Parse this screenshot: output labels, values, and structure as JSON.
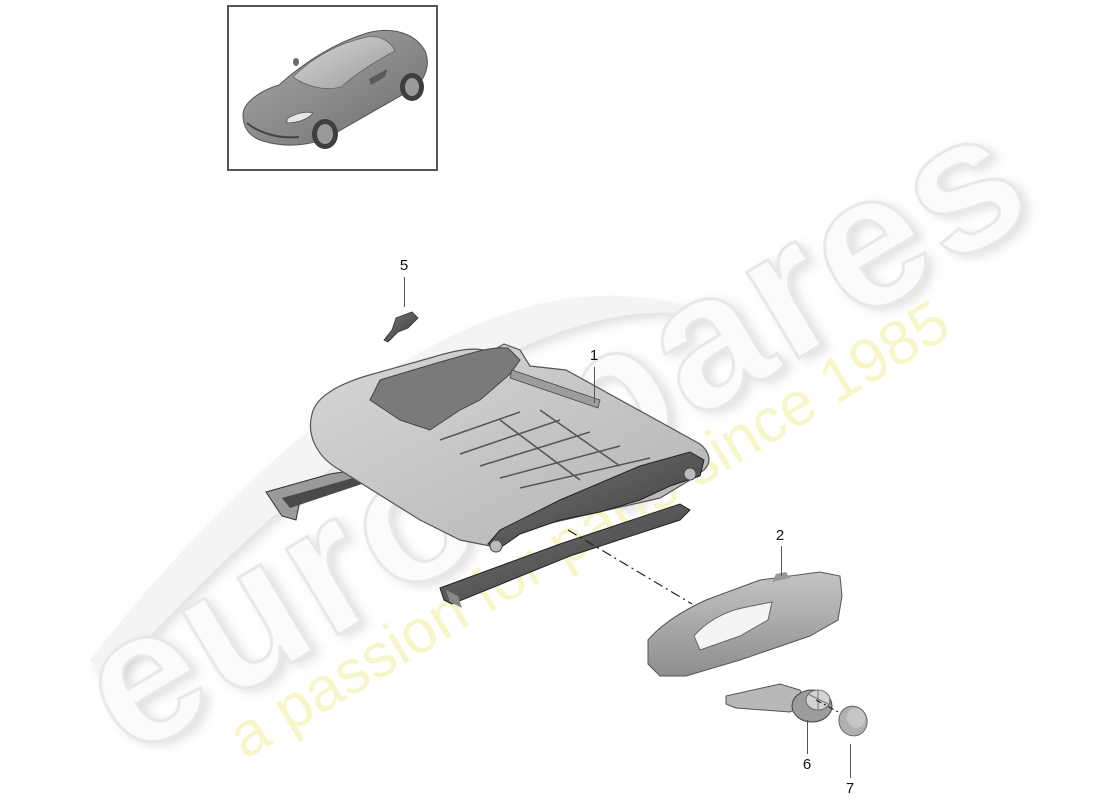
{
  "thumbnail": {
    "subject": "vehicle-overview",
    "description": "Porsche sports car (isometric view)"
  },
  "watermark": {
    "brand_text": "eurospares",
    "tagline": "a passion for parts since 1985",
    "brand_color": "#f2f2f2",
    "tagline_color": "#f5f5c0"
  },
  "parts": [
    {
      "id": "1",
      "label": "1",
      "name": "seat frame"
    },
    {
      "id": "2",
      "label": "2",
      "name": "seat side trim panel"
    },
    {
      "id": "5",
      "label": "5",
      "name": "small bracket / clip"
    },
    {
      "id": "6",
      "label": "6",
      "name": "adjustment lever"
    },
    {
      "id": "7",
      "label": "7",
      "name": "cap / cover"
    }
  ],
  "colors": {
    "part_fill": "#c8c8c8",
    "part_dark": "#4a4a4a",
    "leader_line": "#555555",
    "frame_border": "#555555"
  }
}
